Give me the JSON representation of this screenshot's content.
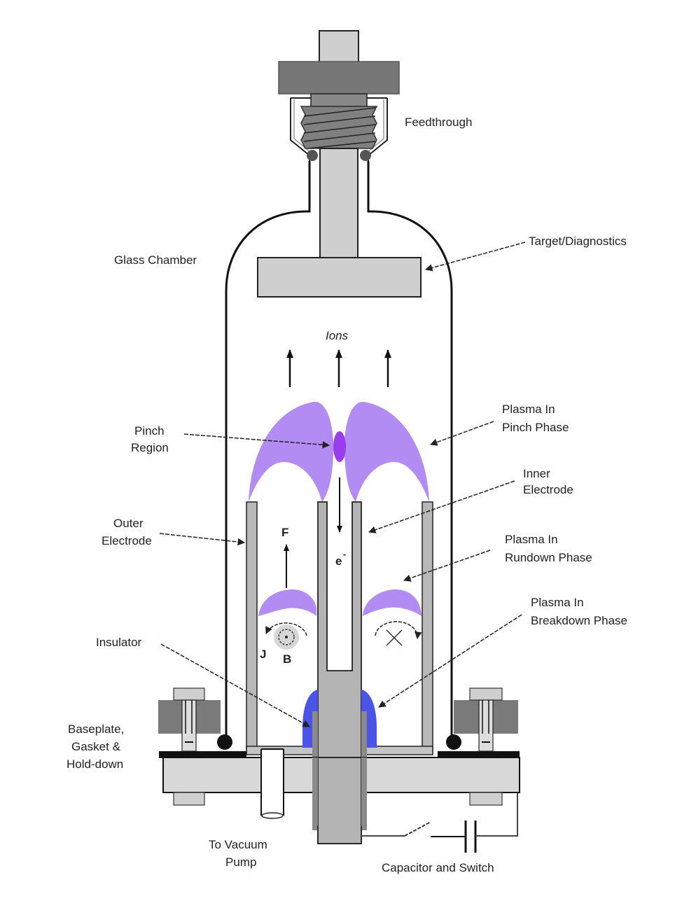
{
  "title": "Dense Plasma Focus device schematic",
  "labels": {
    "feedthrough": "Feedthrough",
    "glass_chamber": "Glass Chamber",
    "target_diagnostics": "Target/Diagnostics",
    "ions": "Ions",
    "pinch_region_1": "Pinch",
    "pinch_region_2": "Region",
    "plasma_pinch_1": "Plasma In",
    "plasma_pinch_2": "Pinch Phase",
    "inner_electrode_1": "Inner",
    "inner_electrode_2": "Electrode",
    "outer_electrode_1": "Outer",
    "outer_electrode_2": "Electrode",
    "force": "F",
    "electron": "e",
    "electron_charge": "-",
    "plasma_rundown_1": "Plasma In",
    "plasma_rundown_2": "Rundown Phase",
    "plasma_breakdown_1": "Plasma In",
    "plasma_breakdown_2": "Breakdown Phase",
    "insulator": "Insulator",
    "current": "J",
    "magnetic_field": "B",
    "baseplate_1": "Baseplate,",
    "baseplate_2": "Gasket &",
    "baseplate_3": "Hold-down",
    "vacuum_pump_1": "To Vacuum",
    "vacuum_pump_2": "Pump",
    "capacitor_switch": "Capacitor and Switch"
  },
  "colors": {
    "plasma_pinch": "#b28cf2",
    "pinch_core": "#9a3cf0",
    "plasma_breakdown": "#4a55e8",
    "metal_light": "#cfcfcf",
    "metal_mid": "#b0b0b0",
    "metal_dark": "#777777"
  }
}
